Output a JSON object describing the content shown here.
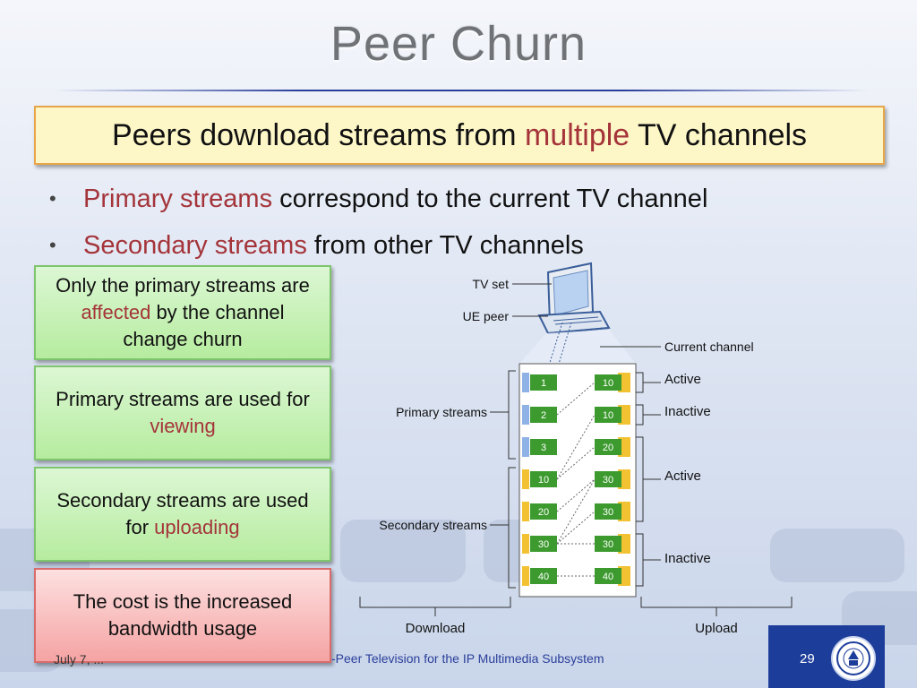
{
  "slide": {
    "title": "Peer Churn",
    "callout": {
      "pre": "Peers download streams from ",
      "accent": "multiple",
      "post": " TV channels"
    },
    "bullets": [
      {
        "accent": "Primary streams",
        "rest": " correspond to the current TV channel"
      },
      {
        "accent": "Secondary streams",
        "rest": " from other TV channels"
      }
    ],
    "boxes": [
      {
        "pre": "Only the primary streams are ",
        "accent": "affected",
        "post": " by the channel change churn"
      },
      {
        "pre": "Primary streams are used for ",
        "accent": "viewing",
        "post": ""
      },
      {
        "pre": "Secondary streams are used for ",
        "accent": "uploading",
        "post": ""
      },
      {
        "pre": "The cost is the increased bandwidth usage",
        "accent": "",
        "post": ""
      }
    ],
    "footer": {
      "left": "July 7, ...",
      "middle": "-Peer Television for the IP Multimedia Subsystem",
      "page": "29"
    }
  },
  "diagram": {
    "tv_set": "TV set",
    "ue_peer": "UE peer",
    "current_channel": "Current channel",
    "primary_streams": "Primary streams",
    "secondary_streams": "Secondary streams",
    "download": "Download",
    "upload": "Upload",
    "right_labels": [
      "Active",
      "Inactive",
      "Active",
      "Inactive"
    ],
    "download_slots": [
      "1",
      "2",
      "3",
      "10",
      "20",
      "30",
      "40"
    ],
    "upload_slots": [
      "10",
      "10",
      "20",
      "30",
      "30",
      "30",
      "40"
    ]
  },
  "colors": {
    "accent": "#a4343a",
    "slot_green": "#3c9a2e",
    "slot_gold": "#f2c233",
    "primary_slot_blue": "#8fb2e6"
  }
}
